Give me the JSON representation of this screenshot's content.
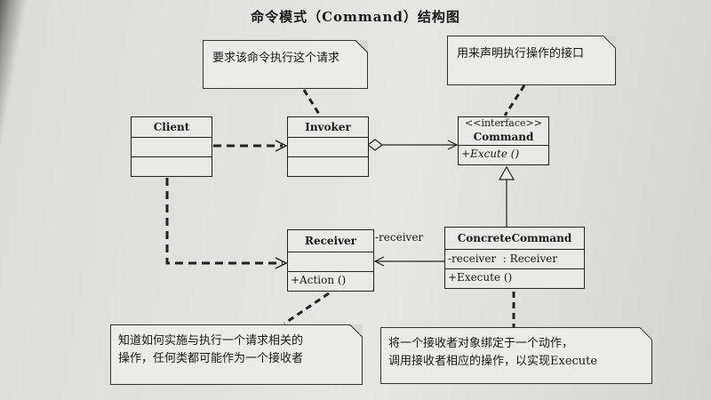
{
  "title": "命令模式（Command）结构图",
  "classes": {
    "client": {
      "name": "Client"
    },
    "invoker": {
      "name": "Invoker"
    },
    "command": {
      "stereotype": "<<interface>>",
      "name": "Command",
      "method": "+Excute ()"
    },
    "receiver": {
      "name": "Receiver",
      "method": "+Action ()"
    },
    "concrete": {
      "name": "ConcreteCommand",
      "attribute": "-receiver  : Receiver",
      "method": "+Execute ()"
    }
  },
  "association_label": "-receiver",
  "notes": {
    "invoker": "要求该命令执行这个请求",
    "command": "用来声明执行操作的接口",
    "receiver_line1": "知道如何实施与执行一个请求相关的",
    "receiver_line2": "操作，任何类都可能作为一个接收者",
    "concrete_line1": "将一个接收者对象绑定于一个动作，",
    "concrete_line2": "调用接收者相应的操作，以实现Execute"
  }
}
